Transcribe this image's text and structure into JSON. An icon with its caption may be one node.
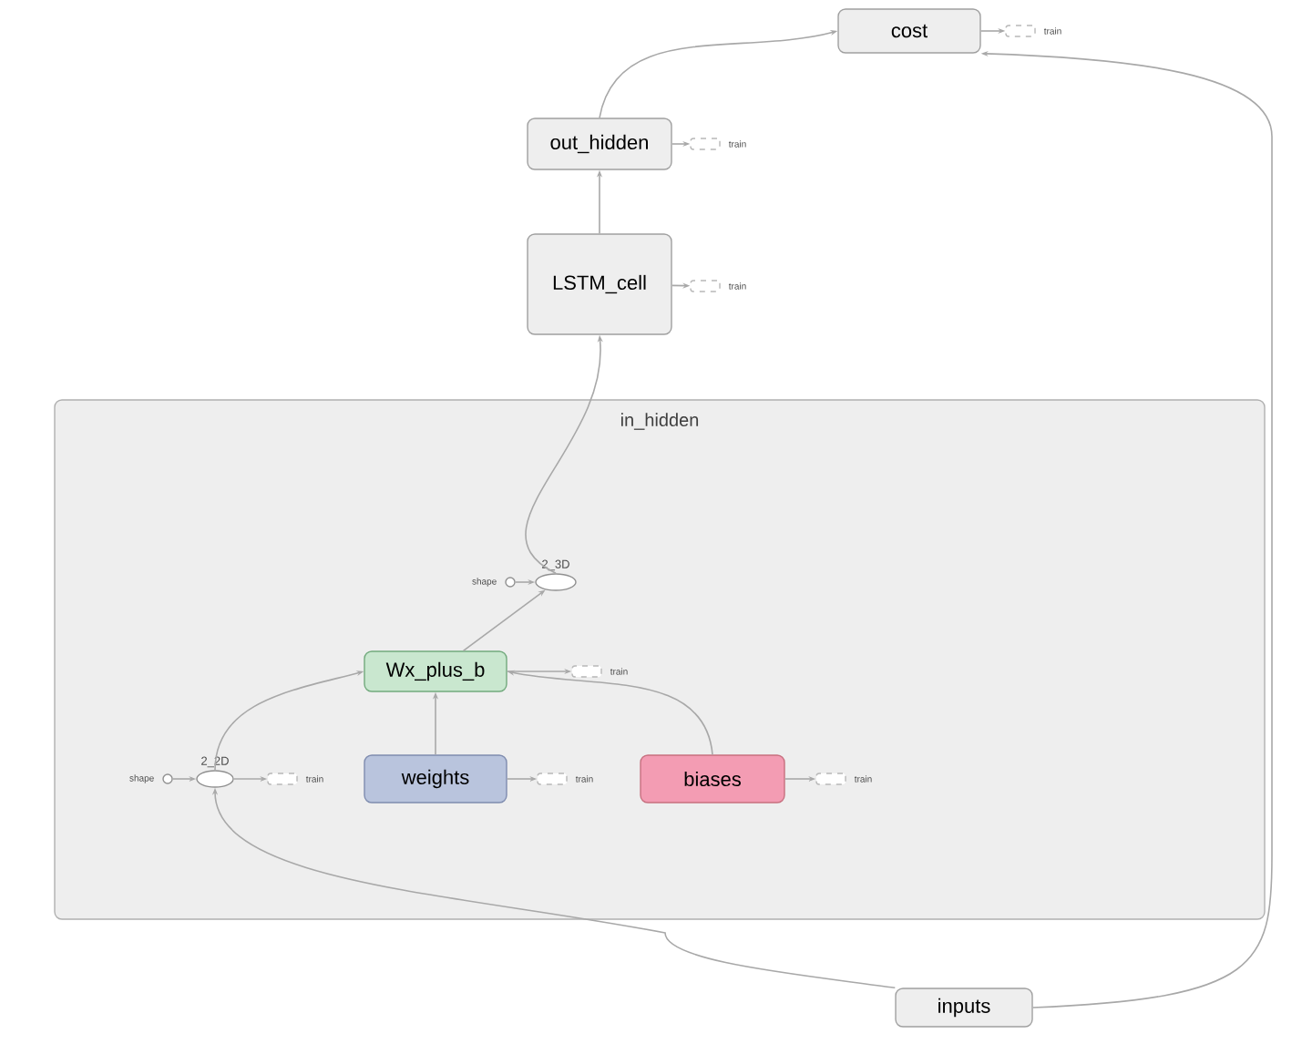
{
  "diagram": {
    "nodes": [
      {
        "text": [
          "cost"
        ]
      },
      {
        "text": [],
        "shape": "box",
        "beside": [
          "train"
        ]
      },
      {
        "text": [
          "out_hidden"
        ]
      },
      {
        "text": [],
        "shape": "box",
        "beside": [
          "train"
        ]
      },
      {
        "text": [
          "LSTM_cell"
        ]
      },
      {
        "text": [],
        "shape": "box",
        "beside": [
          "train"
        ]
      },
      {
        "text": [
          "in_hidden"
        ]
      },
      {
        "text": [],
        "shape": "circle",
        "beside": [
          "shape"
        ],
        "in": 6
      },
      {
        "text": [
          "2_3D"
        ],
        "in": 6
      },
      {
        "text": [
          "Wx_plus_b"
        ],
        "in": 6
      },
      {
        "text": [],
        "shape": "box",
        "beside": [
          "train"
        ],
        "in": 6
      },
      {
        "text": [],
        "shape": "circle",
        "beside": [
          "shape"
        ],
        "in": 6
      },
      {
        "text": [
          "2_2D"
        ],
        "in": 6
      },
      {
        "text": [],
        "shape": "box",
        "beside": [
          "train"
        ],
        "in": 6
      },
      {
        "text": [
          "weights"
        ],
        "in": 6
      },
      {
        "text": [],
        "shape": "box",
        "beside": [
          "train"
        ],
        "in": 6
      },
      {
        "text": [
          "biases"
        ],
        "in": 6
      },
      {
        "text": [],
        "shape": "box",
        "beside": [
          "train"
        ],
        "in": 6
      },
      {
        "text": [
          "inputs"
        ]
      }
    ],
    "edges": [
      {
        "from": 2,
        "to": 0,
        "arrow": "to"
      },
      {
        "from": 18,
        "to": 0,
        "arrow": "to"
      },
      {
        "from": 0,
        "to": 1,
        "arrow": "to"
      },
      {
        "from": 2,
        "to": 3,
        "arrow": "to"
      },
      {
        "from": 4,
        "to": 2,
        "arrow": "to"
      },
      {
        "from": 4,
        "to": 5,
        "arrow": "to"
      },
      {
        "from": 8,
        "to": 4,
        "arrow": "to"
      },
      {
        "from": 7,
        "to": 8,
        "arrow": "to"
      },
      {
        "from": 9,
        "to": 8,
        "arrow": "to"
      },
      {
        "from": 9,
        "to": 10,
        "arrow": "to"
      },
      {
        "from": 12,
        "to": 9,
        "arrow": "to"
      },
      {
        "from": 14,
        "to": 9,
        "arrow": "to"
      },
      {
        "from": 16,
        "to": 9,
        "arrow": "to"
      },
      {
        "from": 11,
        "to": 12,
        "arrow": "to"
      },
      {
        "from": 12,
        "to": 13,
        "arrow": "to"
      },
      {
        "from": 14,
        "to": 15,
        "arrow": "to"
      },
      {
        "from": 16,
        "to": 17,
        "arrow": "to"
      },
      {
        "from": 18,
        "to": 12,
        "arrow": "to"
      }
    ]
  }
}
